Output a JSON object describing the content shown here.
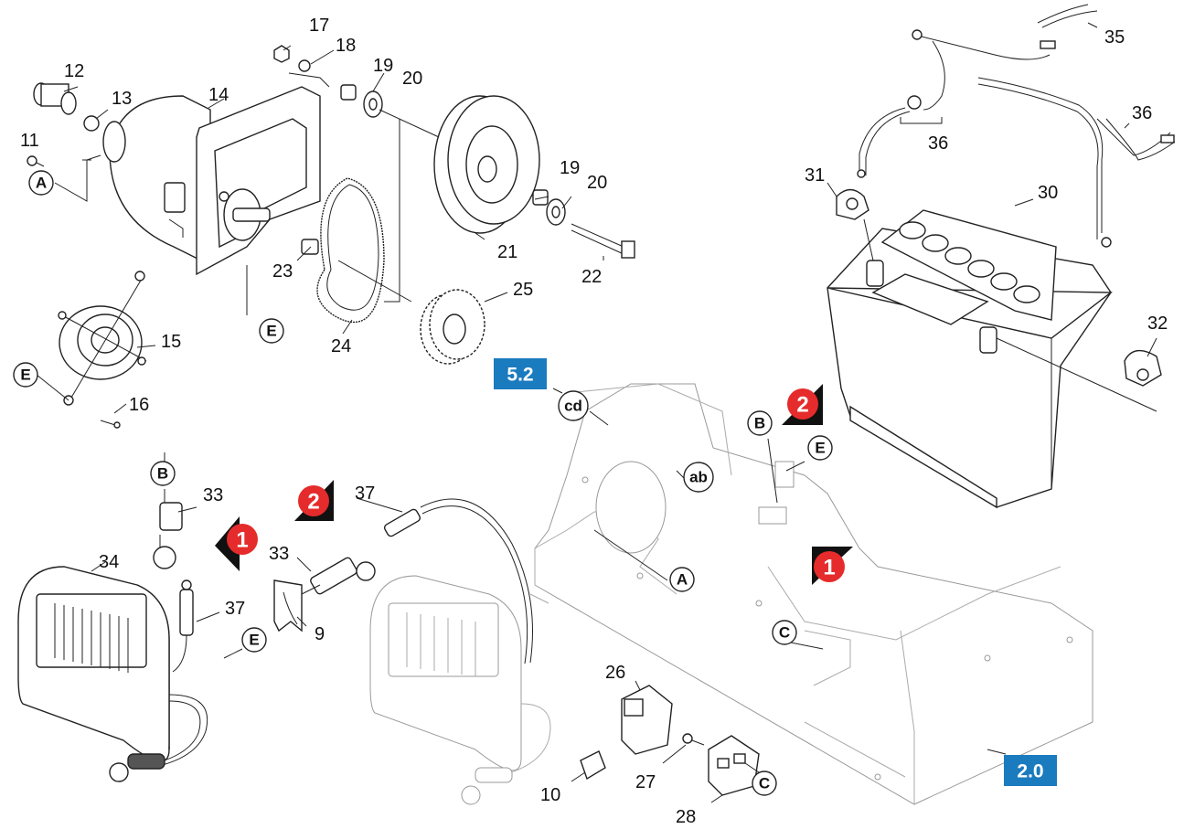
{
  "diagram": {
    "section_tags": [
      {
        "id": "s52",
        "label": "5.2",
        "color": "#1a7bbf"
      },
      {
        "id": "s20",
        "label": "2.0",
        "color": "#1a7bbf"
      }
    ],
    "step_markers": [
      {
        "id": "step1a",
        "label": "1",
        "color": "#e52b2b"
      },
      {
        "id": "step1b",
        "label": "1",
        "color": "#e52b2b"
      },
      {
        "id": "step2a",
        "label": "2",
        "color": "#e52b2b"
      },
      {
        "id": "step2b",
        "label": "2",
        "color": "#e52b2b"
      }
    ],
    "ref_letters": {
      "A": "A",
      "B": "B",
      "C": "C",
      "E": "E",
      "ab": "ab",
      "cd": "cd"
    },
    "part_numbers": {
      "p9": "9",
      "p10": "10",
      "p11": "11",
      "p12": "12",
      "p13": "13",
      "p14": "14",
      "p15": "15",
      "p16": "16",
      "p17": "17",
      "p18": "18",
      "p19": "19",
      "p20": "20",
      "p21": "21",
      "p22": "22",
      "p23": "23",
      "p24": "24",
      "p25": "25",
      "p26": "26",
      "p27": "27",
      "p28": "28",
      "p30": "30",
      "p31": "31",
      "p32": "32",
      "p33": "33",
      "p34": "34",
      "p35": "35",
      "p36": "36",
      "p37": "37"
    },
    "colors": {
      "section_blue": "#1a7bbf",
      "step_red": "#e52b2b",
      "line": "#222222"
    }
  }
}
